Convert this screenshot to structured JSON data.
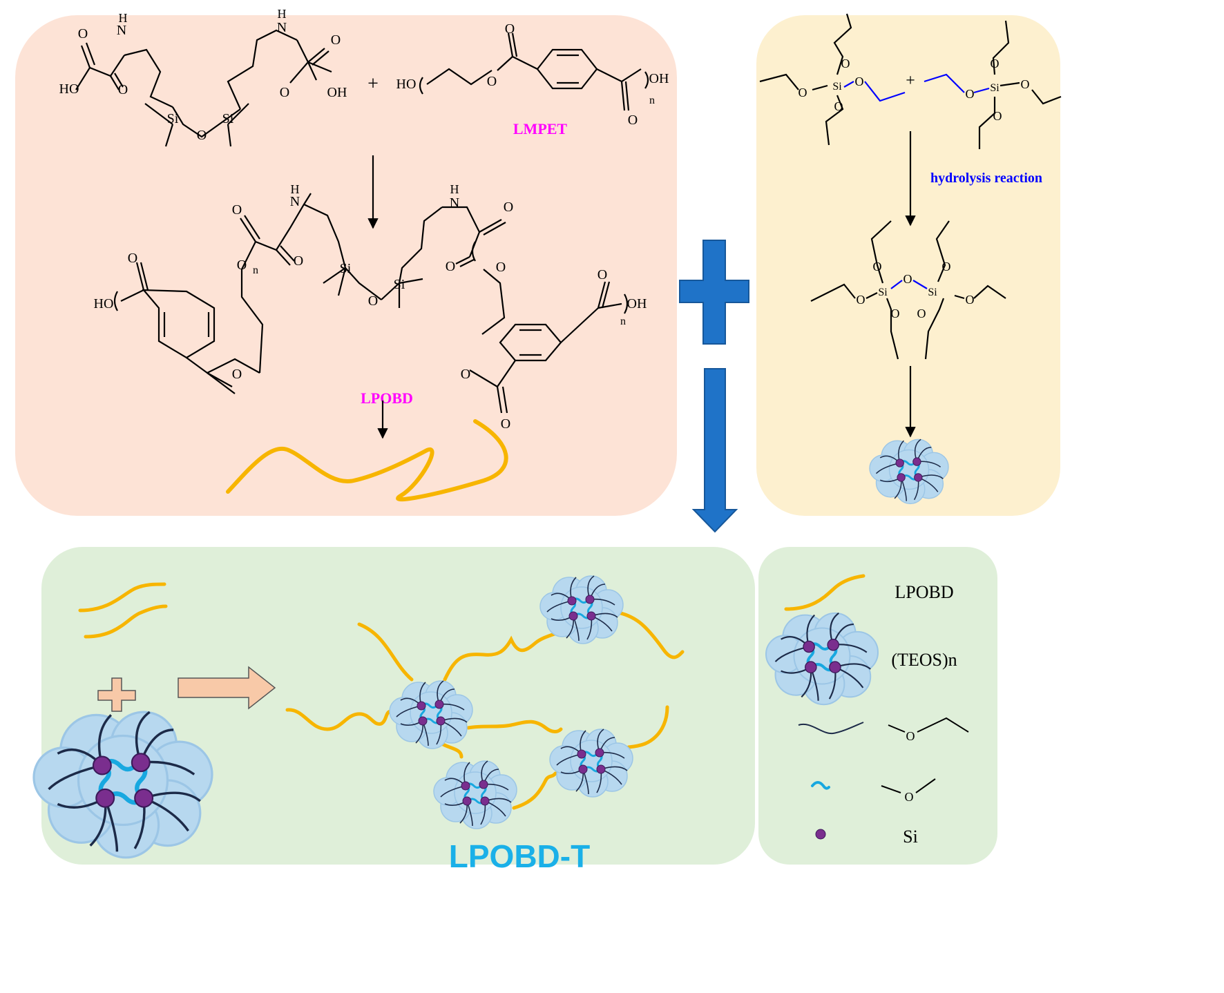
{
  "colors": {
    "synthesis_panel": "#fde3d6",
    "teos_panel": "#fdf0cf",
    "product_panel": "#dfefd9",
    "legend_panel": "#dfefd9",
    "lpobd_chain": "#f7b500",
    "cluster_fill": "#b7d8ef",
    "si_atom": "#7a2e8e",
    "oxo_bridge": "#18a8e0",
    "big_arrow": "#1f73c8",
    "label_magenta": "#ff00ff",
    "label_blue": "#0000ff",
    "title_cyan": "#1ab0e8",
    "orange_arrow": "#f8c9a8"
  },
  "reagents": {
    "plus": "+",
    "hydroxy": "HO",
    "hydroxy_r": "OH",
    "oxygen": "O",
    "nitrogen": "N",
    "hydrogen": "H",
    "silicon": "Si",
    "repeat": "n"
  },
  "labels": {
    "lmpet": "LMPET",
    "lpobd": "LPOBD",
    "hydrolysis": "hydrolysis reaction",
    "product_title": "LPOBD-T"
  },
  "legend": {
    "items": [
      {
        "icon": "lpobd-chain-icon",
        "label": "LPOBD"
      },
      {
        "icon": "teos-cluster-icon",
        "label": "(TEOS)n"
      },
      {
        "icon": "ethoxy-line-icon",
        "label": ""
      },
      {
        "icon": "oxo-bridge-icon",
        "label": ""
      },
      {
        "icon": "si-atom-icon",
        "label": "Si"
      }
    ]
  }
}
